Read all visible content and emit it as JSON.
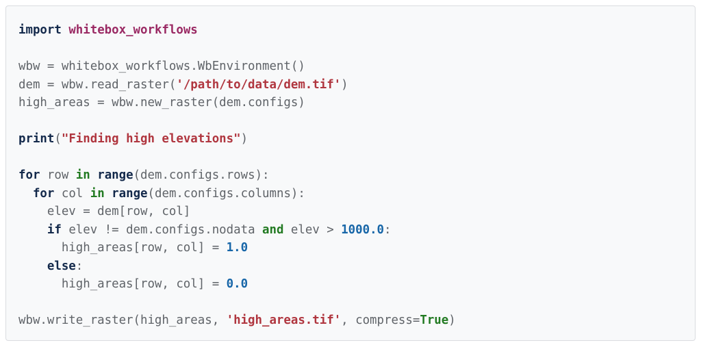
{
  "page": {
    "background": "#ffffff"
  },
  "code_card": {
    "background": "#f8f9fa",
    "border_color": "#dadce0",
    "plain_text_color": "#5f6368",
    "token_styles": {
      "kw": {
        "color": "#13294b",
        "bold": true
      },
      "mod": {
        "color": "#9a2963",
        "bold": true
      },
      "str": {
        "color": "#b0363f",
        "bold": true
      },
      "num": {
        "color": "#1766a8",
        "bold": true
      },
      "opkw": {
        "color": "#227a22",
        "bold": true
      },
      "pl": {
        "color": "#5f6368",
        "bold": false
      }
    },
    "lines": [
      {
        "tokens": [
          {
            "c": "kw",
            "t": "import"
          },
          {
            "c": "pl",
            "t": " "
          },
          {
            "c": "mod",
            "t": "whitebox_workflows"
          }
        ]
      },
      {
        "tokens": []
      },
      {
        "tokens": [
          {
            "c": "pl",
            "t": "wbw = whitebox_workflows.WbEnvironment()"
          }
        ]
      },
      {
        "tokens": [
          {
            "c": "pl",
            "t": "dem = wbw.read_raster("
          },
          {
            "c": "str",
            "t": "'/path/to/data/dem.tif'"
          },
          {
            "c": "pl",
            "t": ")"
          }
        ]
      },
      {
        "tokens": [
          {
            "c": "pl",
            "t": "high_areas = wbw.new_raster(dem.configs)"
          }
        ]
      },
      {
        "tokens": []
      },
      {
        "tokens": [
          {
            "c": "kw",
            "t": "print"
          },
          {
            "c": "pl",
            "t": "("
          },
          {
            "c": "str",
            "t": "\"Finding high elevations\""
          },
          {
            "c": "pl",
            "t": ")"
          }
        ]
      },
      {
        "tokens": []
      },
      {
        "tokens": [
          {
            "c": "kw",
            "t": "for"
          },
          {
            "c": "pl",
            "t": " row "
          },
          {
            "c": "opkw",
            "t": "in"
          },
          {
            "c": "pl",
            "t": " "
          },
          {
            "c": "kw",
            "t": "range"
          },
          {
            "c": "pl",
            "t": "(dem.configs.rows):"
          }
        ]
      },
      {
        "tokens": [
          {
            "c": "pl",
            "t": "  "
          },
          {
            "c": "kw",
            "t": "for"
          },
          {
            "c": "pl",
            "t": " col "
          },
          {
            "c": "opkw",
            "t": "in"
          },
          {
            "c": "pl",
            "t": " "
          },
          {
            "c": "kw",
            "t": "range"
          },
          {
            "c": "pl",
            "t": "(dem.configs.columns):"
          }
        ]
      },
      {
        "tokens": [
          {
            "c": "pl",
            "t": "    elev = dem[row, col]"
          }
        ]
      },
      {
        "tokens": [
          {
            "c": "pl",
            "t": "    "
          },
          {
            "c": "kw",
            "t": "if"
          },
          {
            "c": "pl",
            "t": " elev != dem.configs.nodata "
          },
          {
            "c": "opkw",
            "t": "and"
          },
          {
            "c": "pl",
            "t": " elev > "
          },
          {
            "c": "num",
            "t": "1000.0"
          },
          {
            "c": "pl",
            "t": ":"
          }
        ]
      },
      {
        "tokens": [
          {
            "c": "pl",
            "t": "      high_areas[row, col] = "
          },
          {
            "c": "num",
            "t": "1.0"
          }
        ]
      },
      {
        "tokens": [
          {
            "c": "pl",
            "t": "    "
          },
          {
            "c": "kw",
            "t": "else"
          },
          {
            "c": "pl",
            "t": ":"
          }
        ]
      },
      {
        "tokens": [
          {
            "c": "pl",
            "t": "      high_areas[row, col] = "
          },
          {
            "c": "num",
            "t": "0.0"
          }
        ]
      },
      {
        "tokens": []
      },
      {
        "tokens": [
          {
            "c": "pl",
            "t": "wbw.write_raster(high_areas, "
          },
          {
            "c": "str",
            "t": "'high_areas.tif'"
          },
          {
            "c": "pl",
            "t": ", compress="
          },
          {
            "c": "opkw",
            "t": "True"
          },
          {
            "c": "pl",
            "t": ")"
          }
        ]
      }
    ]
  }
}
